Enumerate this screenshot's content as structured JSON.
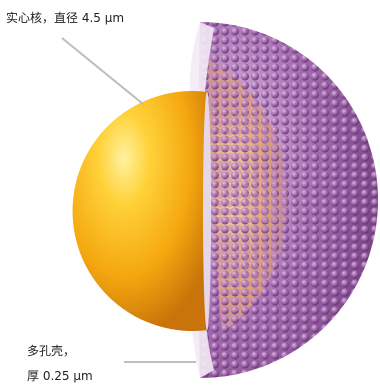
{
  "labels": {
    "core": "实心核，直径 4.5 μm",
    "shell_line1": "多孔壳，",
    "shell_line2": "厚 0.25 μm"
  },
  "colors": {
    "core": "#f5b21a",
    "shell": "#9a5fa6",
    "leader": "#bdbdbd"
  }
}
